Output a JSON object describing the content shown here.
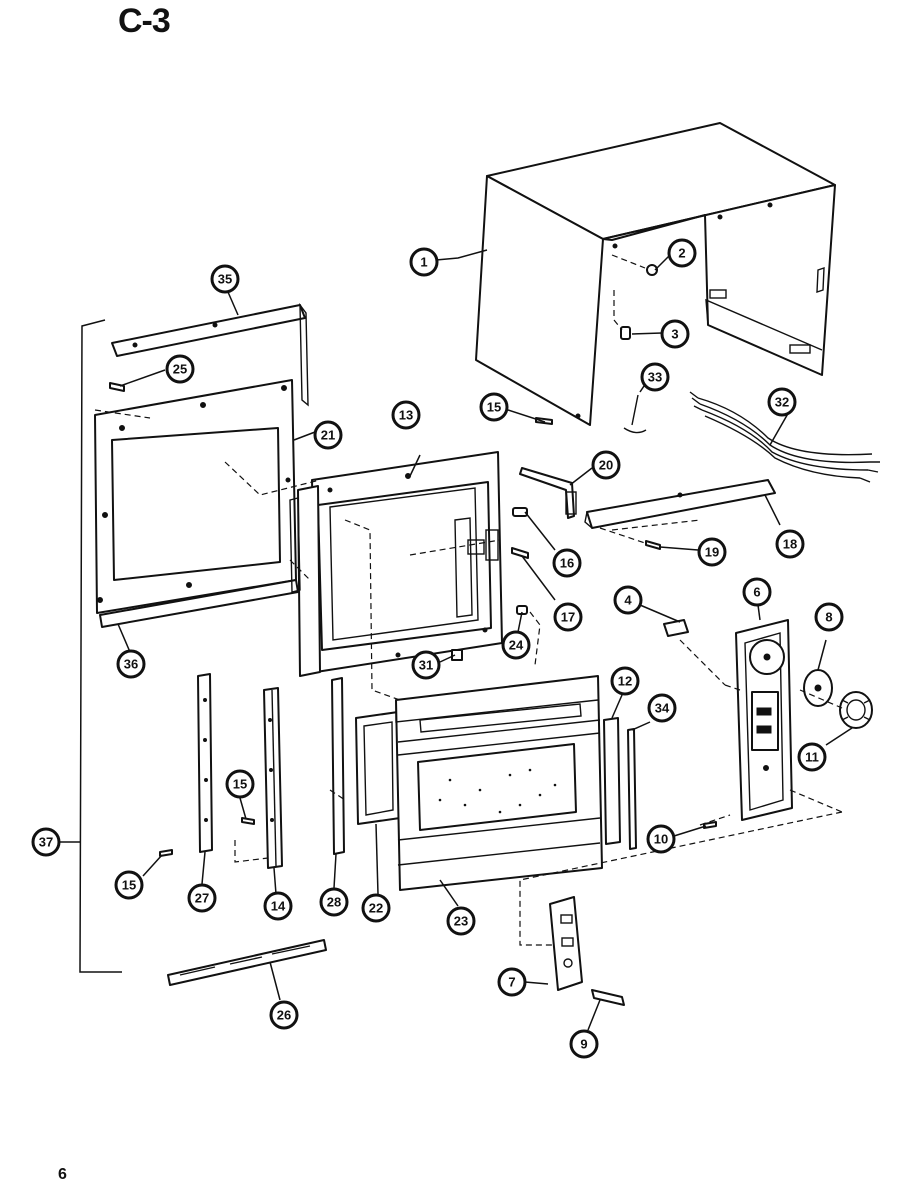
{
  "diagram": {
    "title": "C-3",
    "page_number": "6",
    "callouts": [
      {
        "id": "c1",
        "label": "1"
      },
      {
        "id": "c2",
        "label": "2"
      },
      {
        "id": "c3",
        "label": "3"
      },
      {
        "id": "c4",
        "label": "4"
      },
      {
        "id": "c6",
        "label": "6"
      },
      {
        "id": "c7",
        "label": "7"
      },
      {
        "id": "c8",
        "label": "8"
      },
      {
        "id": "c9",
        "label": "9"
      },
      {
        "id": "c10",
        "label": "10"
      },
      {
        "id": "c11",
        "label": "11"
      },
      {
        "id": "c12",
        "label": "12"
      },
      {
        "id": "c13",
        "label": "13"
      },
      {
        "id": "c14",
        "label": "14"
      },
      {
        "id": "c15a",
        "label": "15"
      },
      {
        "id": "c15b",
        "label": "15"
      },
      {
        "id": "c15c",
        "label": "15"
      },
      {
        "id": "c16",
        "label": "16"
      },
      {
        "id": "c17",
        "label": "17"
      },
      {
        "id": "c18",
        "label": "18"
      },
      {
        "id": "c19",
        "label": "19"
      },
      {
        "id": "c20",
        "label": "20"
      },
      {
        "id": "c21",
        "label": "21"
      },
      {
        "id": "c22",
        "label": "22"
      },
      {
        "id": "c23",
        "label": "23"
      },
      {
        "id": "c24",
        "label": "24"
      },
      {
        "id": "c25",
        "label": "25"
      },
      {
        "id": "c26",
        "label": "26"
      },
      {
        "id": "c27",
        "label": "27"
      },
      {
        "id": "c28",
        "label": "28"
      },
      {
        "id": "c31",
        "label": "31"
      },
      {
        "id": "c32",
        "label": "32"
      },
      {
        "id": "c33",
        "label": "33"
      },
      {
        "id": "c34",
        "label": "34"
      },
      {
        "id": "c35",
        "label": "35"
      },
      {
        "id": "c36",
        "label": "36"
      },
      {
        "id": "c37",
        "label": "37"
      }
    ]
  }
}
